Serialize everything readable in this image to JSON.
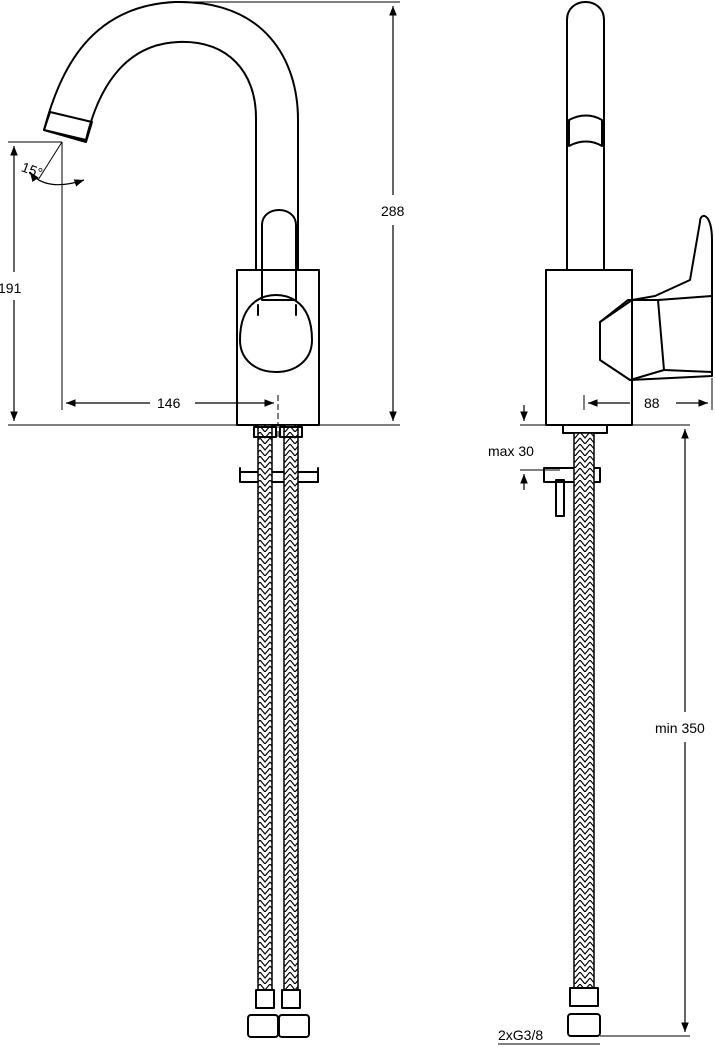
{
  "drawing": {
    "front_view": {
      "height_total": "288",
      "spout_height": "191",
      "spout_reach": "146",
      "swivel_angle": "15°"
    },
    "side_view": {
      "handle_reach": "88",
      "deck_thickness": "max 30",
      "hose_length": "min 350",
      "connection": "2xG3/8"
    }
  }
}
